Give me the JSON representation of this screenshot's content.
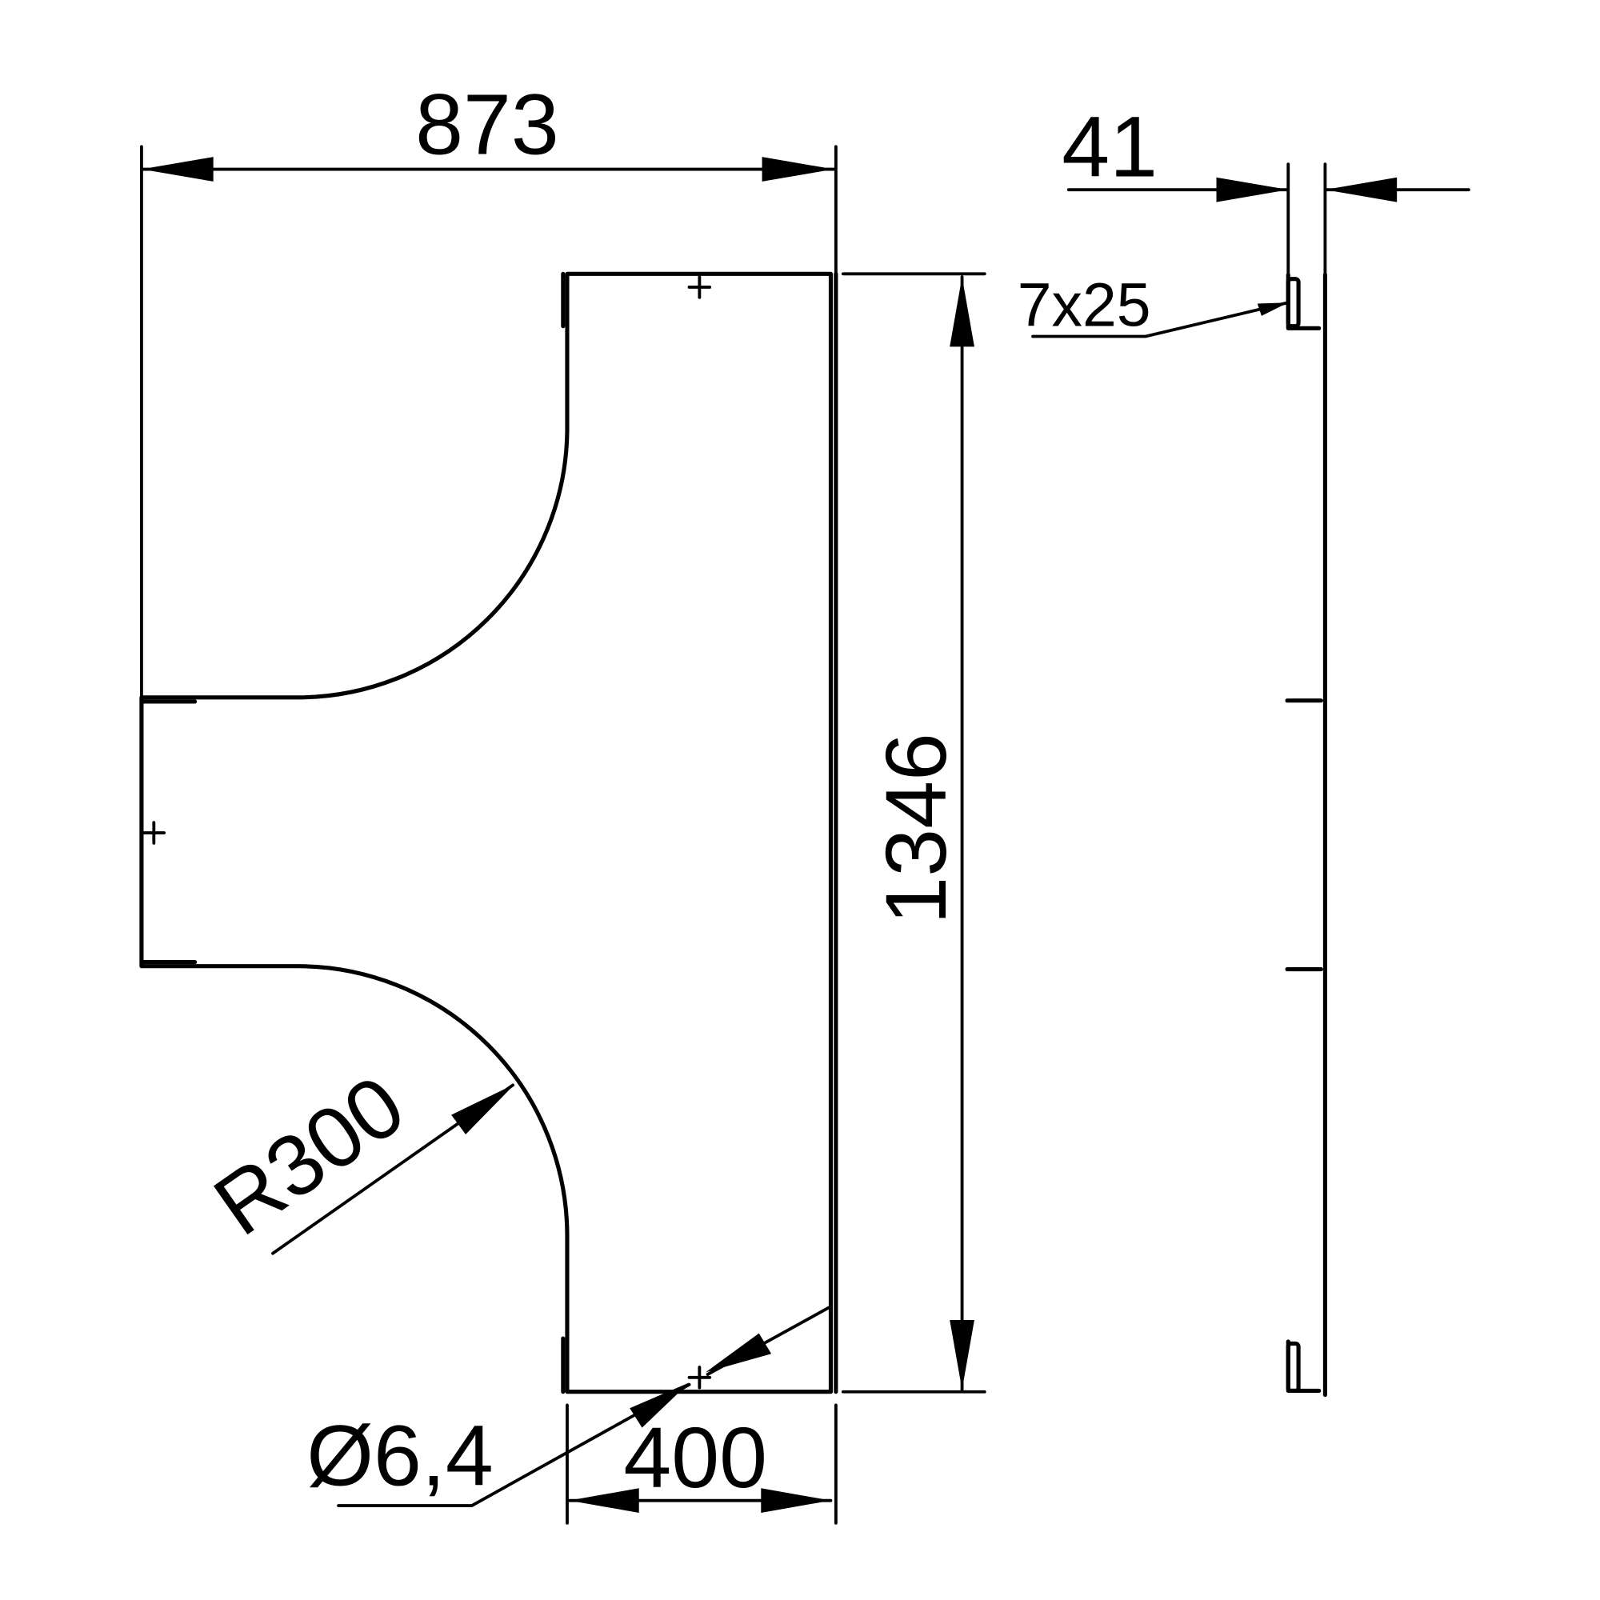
{
  "drawing": {
    "dimensions": {
      "overall_width": "873",
      "overall_height": "1346",
      "bottom_width": "400",
      "radius": "R300",
      "hole_diameter": "Ø6,4",
      "thickness": "41",
      "slot": "7x25"
    },
    "line_color": "#000000",
    "background_color": "#ffffff"
  }
}
